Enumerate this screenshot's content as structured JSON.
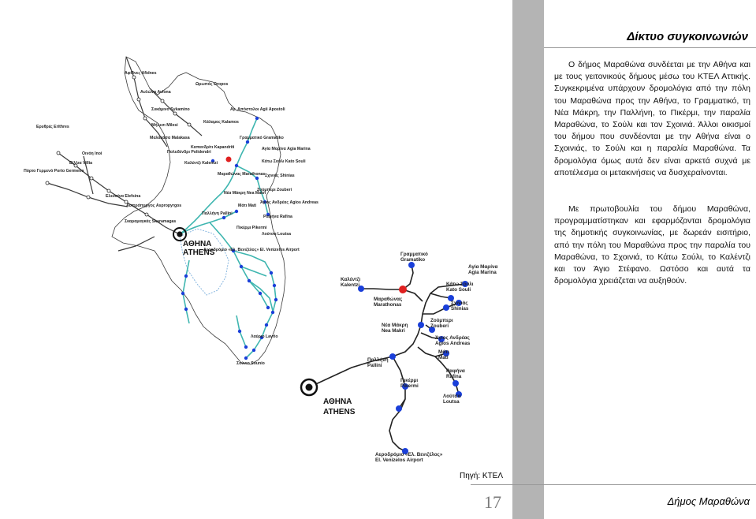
{
  "header": {
    "title": "Δίκτυο συγκοινωνιών"
  },
  "body": {
    "paragraph1": "Ο δήμος Μαραθώνα συνδέεται με την Αθήνα και με τους γειτονικούς δήμους μέσω του ΚΤΕΛ Αττικής. Συγκεκριμένα υπάρχουν δρομολόγια από την πόλη του Μαραθώνα προς την Αθήνα, το Γραμματικό, τη Νέα Μάκρη, την Παλλήνη, το Πικέρμι, την παραλία Μαραθώνα, το Σούλι και τον Σχοινιά. Άλλοι οικισμοί του δήμου που συνδέονται με την Αθήνα είναι ο Σχοινιάς, το Σούλι και η παραλία Μαραθώνα. Τα δρομολόγια όμως αυτά δεν είναι αρκετά συχνά με αποτέλεσμα οι μετακινήσεις να δυσχεραίνονται.",
    "paragraph2": "Με πρωτοβουλία του δήμου Μαραθώνα, προγραμματίστηκαν και εφαρμόζονται δρομολόγια της δημοτικής συγκοινωνίας, με δωρεάν εισιτήριο, από την πόλη του Μαραθώνα προς την παραλία του Μαραθώνα, το Σχοινιά, το Κάτω Σούλι, το Καλέντζι και τον Άγιο Στέφανο. Ωστόσο και αυτά τα δρομολόγια χρειάζεται να αυξηθούν."
  },
  "source": "Πηγή: ΚΤΕΛ",
  "footer": {
    "page_number": "17",
    "municipality": "Δήμος Μαραθώνα"
  },
  "colors": {
    "route": "#3fb6b0",
    "stop": "#1a3fd9",
    "marathon": "#e02020",
    "athens_ring": "#111111",
    "bar": "#b4b4b4"
  },
  "overview_map": {
    "labels": {
      "afidnes": "Αφίδνες Afidnes",
      "avlona": "Αυλώνα Avlona",
      "sykamino": "Συκάμινο Sykamino",
      "oropos": "Ωρωπός Oropos",
      "milesi": "Μήλεσι Milesi",
      "malakasa": "Μαλακάσα Malakasa",
      "polydendri": "Πολυδένδρι Polidendri",
      "kalamos": "Κάλαμος Kalamos",
      "ag_apostoloi": "Αγ. Απόστολοι Agii Apostoli",
      "grammatiko": "Γραμματικό Gramatiko",
      "kapandriti": "Καπανδρίτι Kapandriti",
      "kalentzi": "Καλέντζι Kalentzi",
      "marathonas": "Μαραθώνας Marathonas",
      "agia_marina": "Αγία Μαρίνα Agia Marina",
      "kato_souli": "Κάτω Σούλι Kato Souli",
      "schinias": "Σχινιάς Shinias",
      "nea_makri": "Νέα Μάκρη Nea Makri",
      "zoumperi": "Ζούμπερι Zouberi",
      "agios_andreas": "Άγιος Ανδρέας Agios Andreas",
      "mati": "Μάτι Mati",
      "rafina": "Ραφήνα Rafina",
      "pallini": "Παλλήνη Pallini",
      "pikermi": "Πικέρμι Pikermi",
      "loutsa": "Λούτσα Loutsa",
      "athina": "ΑΘΗΝΑ",
      "athens": "ATHENS",
      "airport": "Αεροδρόμιο «Ελ. Βενιζέλος» El. Venizelos Airport",
      "eretria": "Ερυθρές Erithres",
      "porto_germeno": "Πόρτο Γερμενό Porto Germeno",
      "villia": "Βίλλια Villia",
      "oinoi": "Οινόη Inoi",
      "aspropyrgos": "Ασπρόπυργος Aspropyrgos",
      "elefsina": "Ελευσίνα Elefsina",
      "skaramangas": "Σκαραμαγκάς Skaramagas",
      "lavrio": "Λαύριο Lavrio",
      "sounio": "Σούνιο Sounio"
    }
  },
  "detail_map": {
    "labels": {
      "grammatiko": "Γραμματικό",
      "grammatiko_en": "Gramatiko",
      "agia_marina": "Αγία Μαρίνα",
      "agia_marina_en": "Agia Marina",
      "kalentzi": "Καλέντζι",
      "kalentzi_en": "Kalentzi",
      "kato_souli": "Κάτω Σούλι",
      "kato_souli_en": "Kato Souli",
      "marathonas": "Μαραθώνας",
      "marathonas_en": "Marathonas",
      "schinias": "Σχινιάς",
      "schinias_en": "Shinias",
      "zoumperi": "Ζούμπερι",
      "zoumperi_en": "Zouberi",
      "nea_makri": "Νέα Μάκρη",
      "nea_makri_en": "Nea Makri",
      "agios_andreas": "Άγιος Ανδρέας",
      "agios_andreas_en": "Agios Andreas",
      "mati": "Μάτι",
      "mati_en": "Mati",
      "pallini": "Παλλήνη",
      "pallini_en": "Pallini",
      "rafina": "Ραφήνα",
      "rafina_en": "Rafina",
      "pikermi": "Πικέρμι",
      "pikermi_en": "Pikermi",
      "loutsa": "Λούτσα",
      "loutsa_en": "Loutsa",
      "athina": "ΑΘΗΝΑ",
      "athens": "ATHENS",
      "airport": "Αεροδρόμιο «Ελ. Βενιζέλος»",
      "airport_en": "El. Venizelos Airport"
    }
  }
}
